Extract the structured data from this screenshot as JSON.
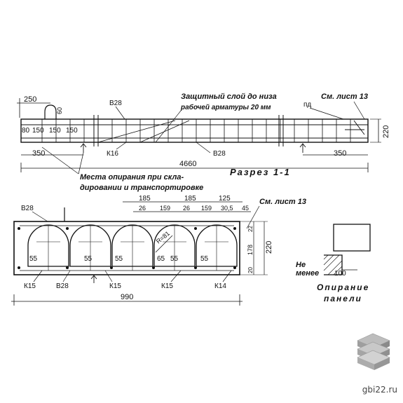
{
  "plan": {
    "top_dims": {
      "d250": "250",
      "d60": "60"
    },
    "protect_note_1": "Защитный слой до низа",
    "protect_note_2": "рабочей арматуры 20 мм",
    "b28_top": "В28",
    "pd": "пд",
    "see_sheet_top": "См. лист 13",
    "d220": "220",
    "inner_dims": [
      "80",
      "150",
      "150",
      "150"
    ],
    "d350_left": "350",
    "k16": "К16",
    "b28_bottom": "В28",
    "d350_right": "350",
    "d4660": "4660",
    "support_note_1": "Места опирания при скла-",
    "support_note_2": "дировании и транспортировке",
    "section_title": "Разрез 1-1"
  },
  "section": {
    "top_dims_row1": [
      "185",
      "185",
      "125"
    ],
    "top_dims_row2": [
      "26",
      "159",
      "26",
      "159",
      "30,5",
      "45"
    ],
    "b28": "В28",
    "see_sheet": "См. лист 13",
    "right_dims": [
      "22",
      "178",
      "20"
    ],
    "d220": "220",
    "void_labels": [
      "55",
      "55",
      "55",
      "65",
      "55",
      "55"
    ],
    "r_label": "R=81",
    "bottom_labels": [
      "К15",
      "В28",
      "К15",
      "К15",
      "К14"
    ],
    "d990": "990"
  },
  "support": {
    "line1": "Не",
    "line2": "менее",
    "d100": "100",
    "caption1": "Опирание",
    "caption2": "панели"
  },
  "watermark": "gbi22.ru"
}
